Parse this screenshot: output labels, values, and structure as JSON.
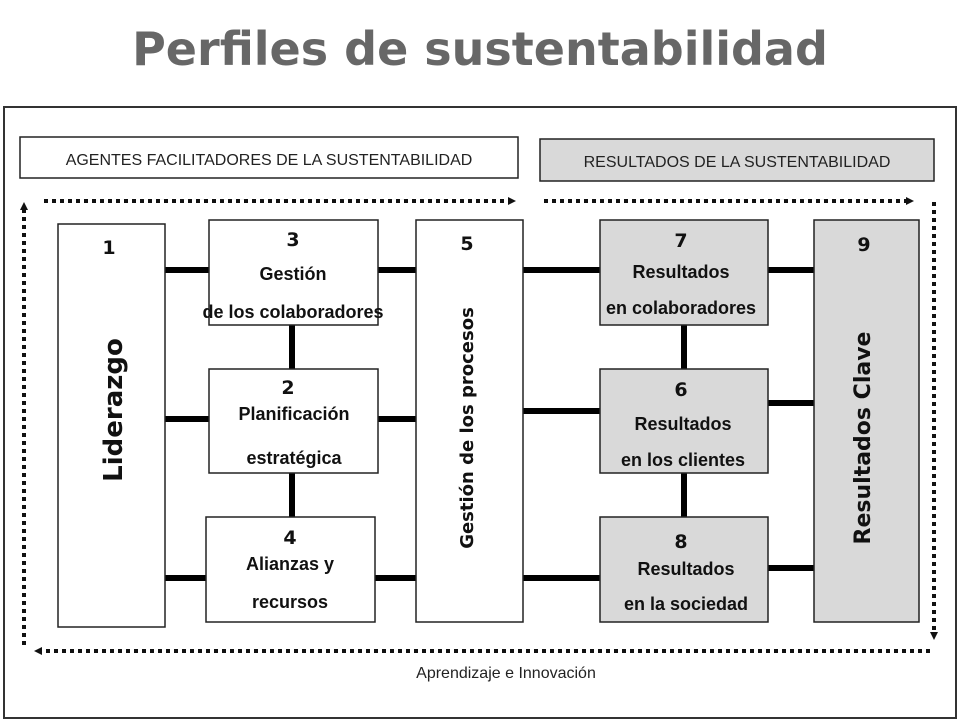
{
  "title": "Perfiles de sustentabilidad",
  "headers": {
    "enablers": "AGENTES FACILITADORES DE LA SUSTENTABILIDAD",
    "results": "RESULTADOS DE LA SUSTENTABILIDAD"
  },
  "boxes": {
    "b1": {
      "number": "1",
      "label": "Liderazgo"
    },
    "b3": {
      "number": "3",
      "line1": "Gestión",
      "line2": "de los colaboradores"
    },
    "b2": {
      "number": "2",
      "line1": "Planificación",
      "line2": "estratégica"
    },
    "b4": {
      "number": "4",
      "line1": "Alianzas y",
      "line2": "recursos"
    },
    "b5": {
      "number": "5",
      "label": "Gestión de los procesos"
    },
    "b7": {
      "number": "7",
      "line1": "Resultados",
      "line2": "en colaboradores"
    },
    "b6": {
      "number": "6",
      "line1": "Resultados",
      "line2": "en los clientes"
    },
    "b8": {
      "number": "8",
      "line1": "Resultados",
      "line2": "en la sociedad"
    },
    "b9": {
      "number": "9",
      "label": "Resultados Clave"
    }
  },
  "footer": "Aprendizaje e Innovación",
  "colors": {
    "gray_fill": "#d9d9d9",
    "title": "#676767"
  }
}
